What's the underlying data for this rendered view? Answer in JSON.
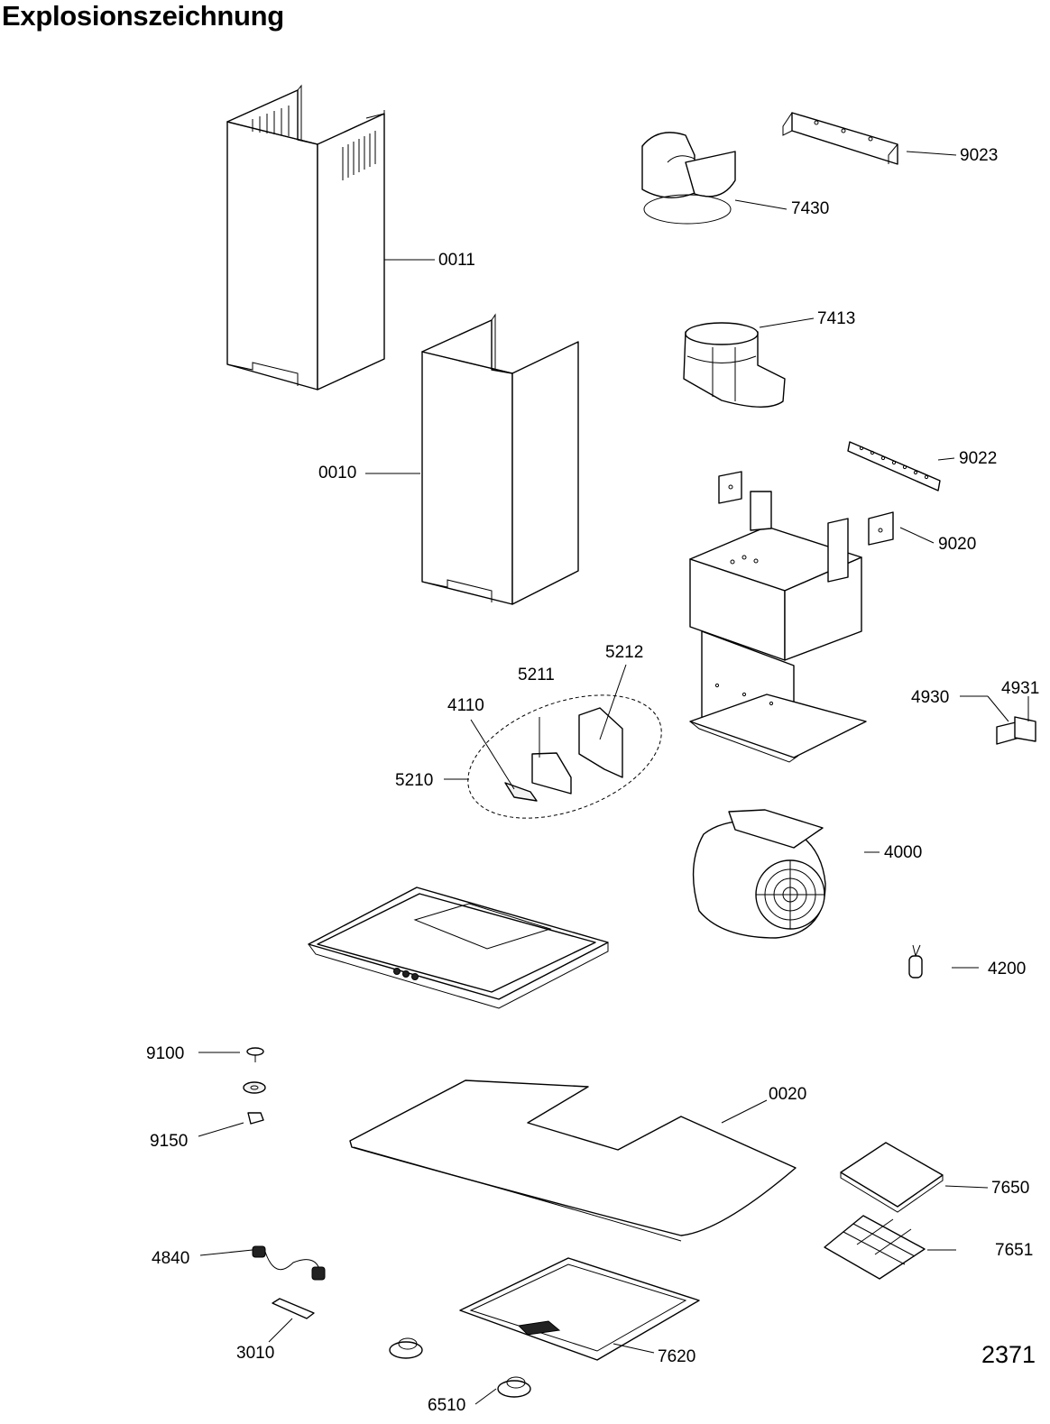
{
  "title": "Explosionszeichnung",
  "page_number": "2371",
  "parts": [
    {
      "id": "0011",
      "label": "0011"
    },
    {
      "id": "0010",
      "label": "0010"
    },
    {
      "id": "9023",
      "label": "9023"
    },
    {
      "id": "7430",
      "label": "7430"
    },
    {
      "id": "7413",
      "label": "7413"
    },
    {
      "id": "9022",
      "label": "9022"
    },
    {
      "id": "9020",
      "label": "9020"
    },
    {
      "id": "5212",
      "label": "5212"
    },
    {
      "id": "5211",
      "label": "5211"
    },
    {
      "id": "4110",
      "label": "4110"
    },
    {
      "id": "5210",
      "label": "5210"
    },
    {
      "id": "4930",
      "label": "4930"
    },
    {
      "id": "4931",
      "label": "4931"
    },
    {
      "id": "4000",
      "label": "4000"
    },
    {
      "id": "4200",
      "label": "4200"
    },
    {
      "id": "9100",
      "label": "9100"
    },
    {
      "id": "9150",
      "label": "9150"
    },
    {
      "id": "0020",
      "label": "0020"
    },
    {
      "id": "7650",
      "label": "7650"
    },
    {
      "id": "7651",
      "label": "7651"
    },
    {
      "id": "4840",
      "label": "4840"
    },
    {
      "id": "3010",
      "label": "3010"
    },
    {
      "id": "7620",
      "label": "7620"
    },
    {
      "id": "6510",
      "label": "6510"
    }
  ]
}
